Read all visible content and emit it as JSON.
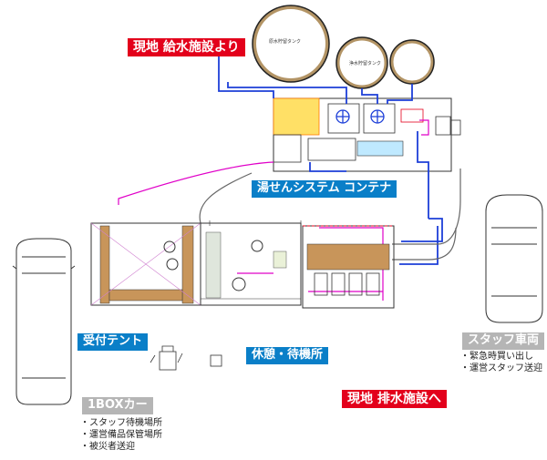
{
  "callouts": {
    "water_supply": "現地 給水施設より",
    "container": "湯せんシステム コンテナ",
    "reception": "受付テント",
    "rest": "休憩・待機所",
    "drain": "現地 排水施設へ",
    "box_car": "1BOXカー",
    "staff_vehicle": "スタッフ車両"
  },
  "box_car_roles": [
    "・スタッフ待機場所",
    "・運営備品保管場所",
    "・被災者送迎"
  ],
  "staff_vehicle_roles": [
    "・緊急時買い出し",
    "・運営スタッフ送迎"
  ],
  "tanks": [
    "原水貯留タンク",
    "浄水貯留タンク"
  ],
  "colors": {
    "red": "#e3001b",
    "blue": "#0a7fc8",
    "grey": "#b5b5b5",
    "tank_fill": "#b39465",
    "pipe_blue": "#1d3fd8",
    "pipe_magenta": "#e000c8"
  }
}
